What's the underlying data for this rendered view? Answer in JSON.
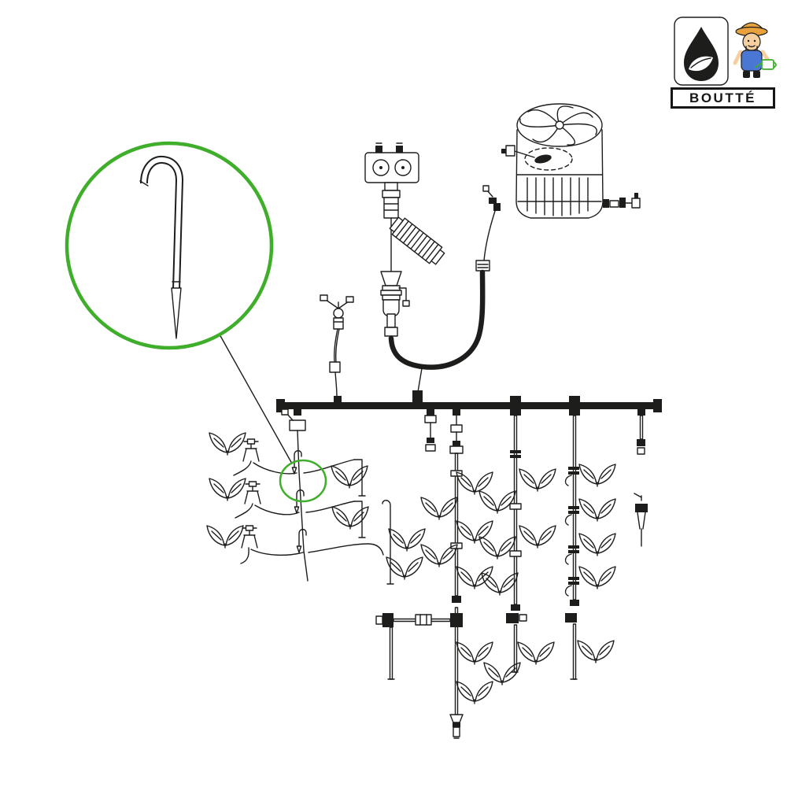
{
  "brand": {
    "name": "BOUTTÉ"
  },
  "colors": {
    "background": "#ffffff",
    "line": "#1d1d1b",
    "accent_green": "#3fae2a",
    "logo_hat": "#e9a13b",
    "logo_overalls": "#4a77d4",
    "logo_skin": "#f6cfa0",
    "logo_can": "#3fae2a"
  },
  "icons": [
    "water-drop-leaf-logo",
    "gardener-mascot",
    "drip-stake",
    "water-tank",
    "pump-control-unit",
    "inline-filter",
    "fertilizer-injector",
    "impact-sprinkler",
    "micro-sprinkler",
    "plant",
    "manifold-pipe",
    "supply-hose"
  ]
}
